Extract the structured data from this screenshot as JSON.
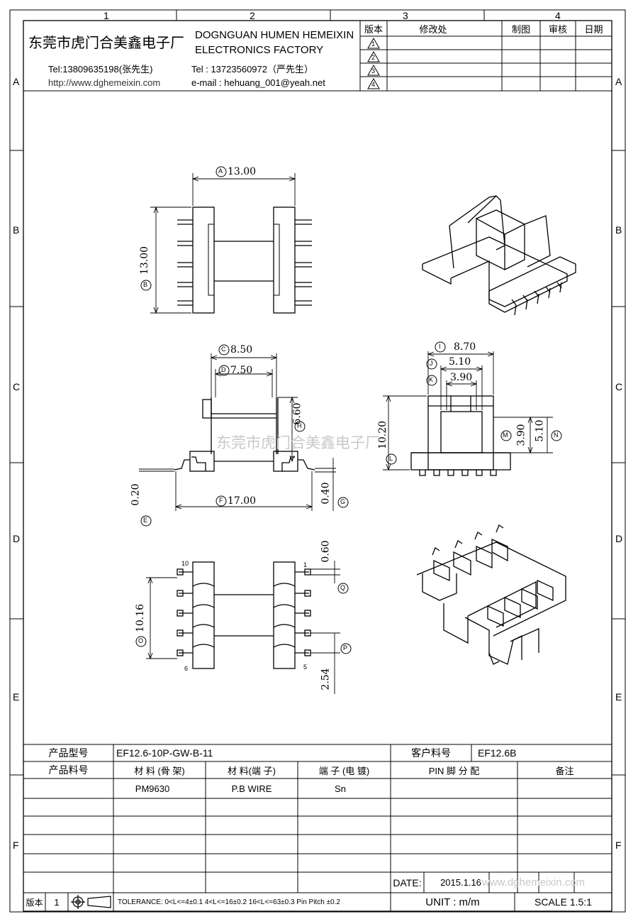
{
  "frame": {
    "columns": [
      "1",
      "2",
      "3",
      "4"
    ],
    "rows": [
      "A",
      "B",
      "C",
      "D",
      "E",
      "F"
    ]
  },
  "header": {
    "company_cn": "东莞市虎门合美鑫电子厂",
    "company_en_line1": "DOGNGUAN HUMEN HEMEIXIN",
    "company_en_line2": "ELECTRONICS FACTORY",
    "tel1": "Tel:13809635198(张先生)",
    "tel2": "Tel : 13723560972（严先生）",
    "website": "http://www.dghemeixin.com",
    "email": "e-mail : hehuang_001@yeah.net"
  },
  "revision_table": {
    "headers": [
      "版本",
      "修改处",
      "制图",
      "审核",
      "日期"
    ],
    "rows": [
      "1",
      "2",
      "3",
      "4"
    ]
  },
  "dimensions": {
    "A": "13.00",
    "B": "13.00",
    "C": "8.50",
    "D": "7.50",
    "E": "0.20",
    "F": "17.00",
    "G": "0.40",
    "H": "6.60",
    "I": "8.70",
    "J": "5.10",
    "K": "3.90",
    "L": "10.20",
    "M": "3.90",
    "N": "5.10",
    "O": "10.16",
    "P": "2.54",
    "Q": "0.60"
  },
  "markers": [
    "A",
    "B",
    "C",
    "D",
    "E",
    "F",
    "G",
    "H",
    "I",
    "J",
    "K",
    "L",
    "M",
    "N",
    "O",
    "P",
    "Q"
  ],
  "pin_numbers": {
    "tl": "10",
    "bl": "6",
    "tr": "1",
    "br": "5"
  },
  "watermark_center": "东莞市虎门合美鑫电子厂",
  "watermark_bottom": "www.dghemeixin.com",
  "title_block": {
    "product_model_label": "产品型号",
    "product_model_value": "EF12.6-10P-GW-B-11",
    "customer_part_label": "客户料号",
    "customer_part_value": "EF12.6B",
    "part_no_label": "产品料号",
    "material_bobbin_label": "材 料 (骨 架)",
    "material_pin_label": "材 料(端 子)",
    "plating_label": "端 子 (电 镀)",
    "pin_assign_label": "PIN 脚 分 配",
    "remark_label": "备注",
    "material_bobbin_value": "PM9630",
    "material_pin_value": "P.B WIRE",
    "plating_value": "Sn",
    "date_label": "DATE:",
    "date_value": "2015.1.16",
    "version_label": "版本",
    "version_value": "1",
    "tolerance": "TOLERANCE:  0<L<=4±0.1  4<L<=16±0.2  16<L<=63±0.3  Pin Pitch  ±0.2",
    "unit": "UNIT : m/m",
    "scale": "SCALE  1.5:1"
  }
}
